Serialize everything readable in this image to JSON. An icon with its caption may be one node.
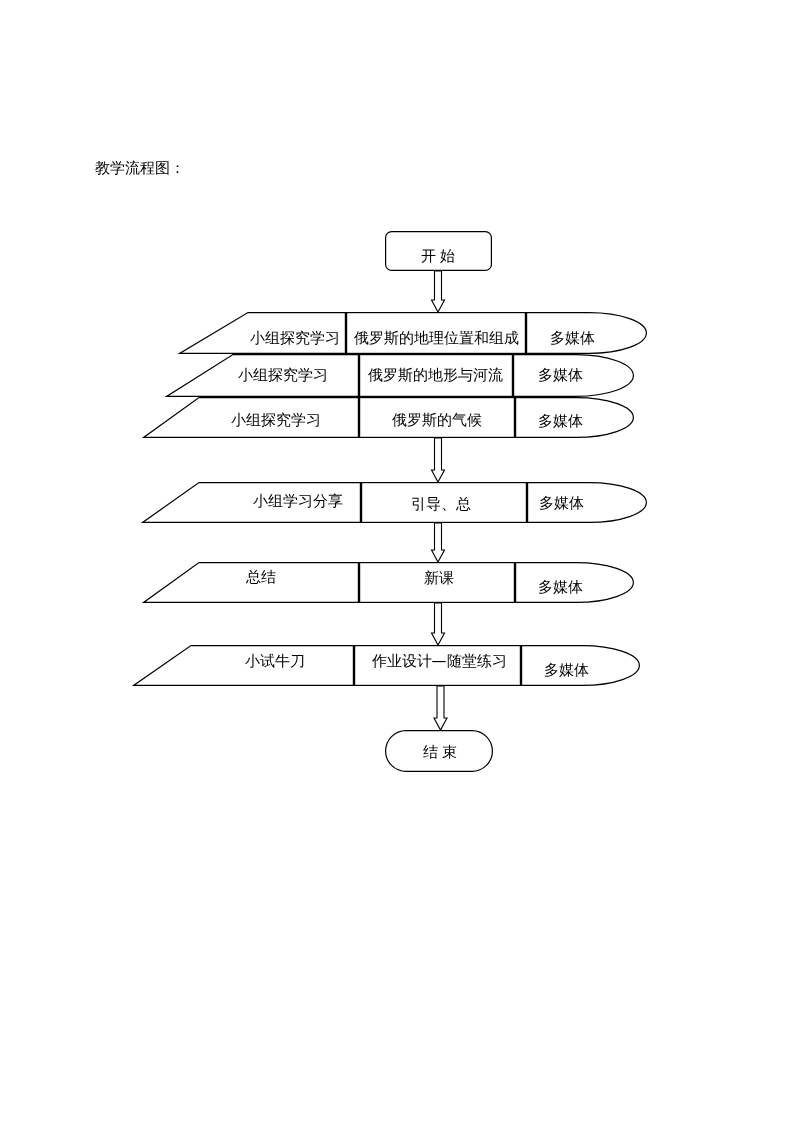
{
  "diagram": {
    "title": "教学流程图：",
    "nodes": [
      {
        "text": [
          "开 始"
        ]
      },
      {
        "text": [
          "小组探究学习"
        ]
      },
      {
        "text": [
          "俄罗斯的地理位置和组成"
        ]
      },
      {
        "text": [
          "多媒体"
        ]
      },
      {
        "text": [
          "小组探究学习"
        ]
      },
      {
        "text": [
          "俄罗斯的地形与河流"
        ]
      },
      {
        "text": [
          "多媒体"
        ]
      },
      {
        "text": [
          "小组探究学习"
        ]
      },
      {
        "text": [
          "俄罗斯的气候"
        ]
      },
      {
        "text": [
          "多媒体"
        ]
      },
      {
        "text": [
          "小组学习分享"
        ]
      },
      {
        "text": [
          "引导、总"
        ]
      },
      {
        "text": [
          "多媒体"
        ]
      },
      {
        "text": [
          "总结"
        ]
      },
      {
        "text": [
          "新课"
        ]
      },
      {
        "text": [
          "多媒体"
        ]
      },
      {
        "text": [
          "小试牛刀"
        ]
      },
      {
        "text": [
          "作业设计—随堂练习"
        ]
      },
      {
        "text": [
          "多媒体"
        ]
      },
      {
        "text": [
          "结 束"
        ]
      }
    ],
    "edges": [
      {
        "from": 0,
        "to": 2,
        "arrow": "to"
      },
      {
        "from": 8,
        "to": 11,
        "arrow": "to"
      },
      {
        "from": 11,
        "to": 14,
        "arrow": "to"
      },
      {
        "from": 14,
        "to": 17,
        "arrow": "to"
      },
      {
        "from": 17,
        "to": 19,
        "arrow": "to"
      }
    ]
  }
}
